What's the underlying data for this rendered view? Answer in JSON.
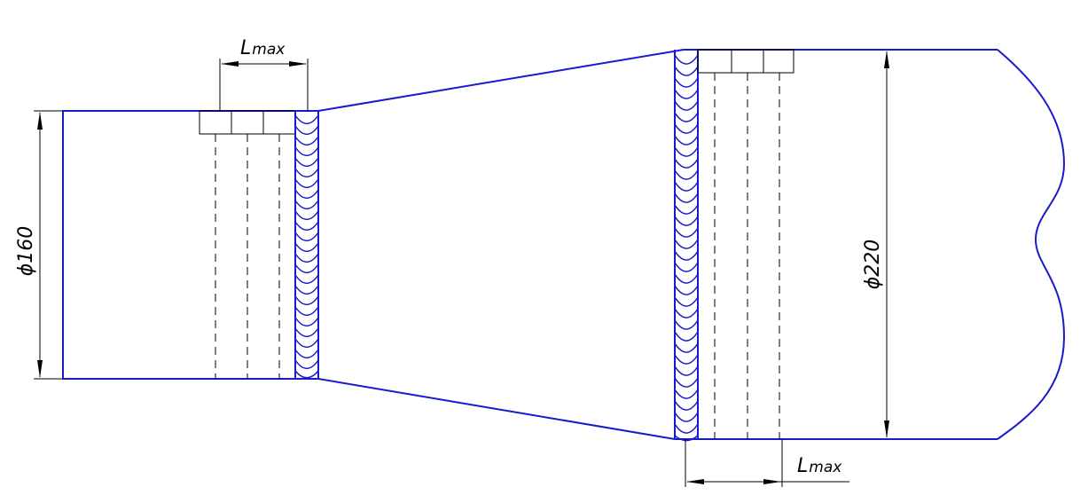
{
  "colors": {
    "outline": "#1a1acc",
    "dimension": "#000000"
  },
  "dimensions": {
    "small_diameter": {
      "symbol": "ϕ",
      "value": "160"
    },
    "large_diameter": {
      "symbol": "ϕ",
      "value": "220"
    },
    "length_left": {
      "letter": "L",
      "subscript": "max"
    },
    "length_right": {
      "letter": "L",
      "subscript": "max"
    }
  }
}
